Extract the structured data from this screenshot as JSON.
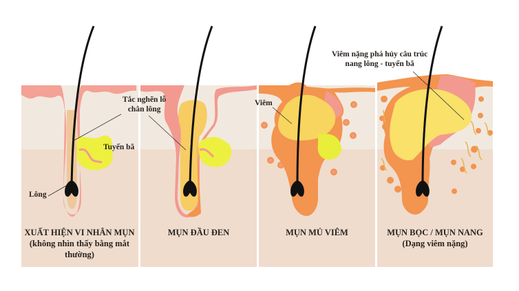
{
  "colors": {
    "epidermis": "#f1e9df",
    "dermis": "#efdccd",
    "skin_surface": "#f4a196",
    "follicle_pink": "#f29a90",
    "sebum": "#f3d77a",
    "gland_yellow": "#eef03f",
    "inflammation_orange": "#f3944f",
    "pus_yellow": "#f8dd4d",
    "hair": "#111111",
    "text": "#2a2320"
  },
  "panels": [
    {
      "id": "microcomedone",
      "caption_line1": "XUẤT HIỆN VI NHÂN MỤN",
      "caption_line2": "(không nhìn thấy bằng mắt",
      "caption_line3": "thường)",
      "annotations": [
        {
          "label": "Lông"
        },
        {
          "label": "Tuyến bã"
        }
      ]
    },
    {
      "id": "blackhead",
      "caption_line1": "MỤN ĐẦU ĐEN",
      "annotations": [
        {
          "label_line1": "Tắc nghẽn lỗ",
          "label_line2": "chân lông"
        }
      ]
    },
    {
      "id": "pustule",
      "caption_line1": "MỤN MỦ VIÊM",
      "annotations": [
        {
          "label": "Viêm"
        }
      ]
    },
    {
      "id": "cyst",
      "caption_line1": "MỤN BỌC / MỤN NANG",
      "caption_line2": "(Dạng viêm nặng)",
      "annotations": [
        {
          "label_line1": "Viêm nặng phá hủy câu trúc",
          "label_line2": "nang lông - tuyến bã"
        }
      ]
    }
  ]
}
